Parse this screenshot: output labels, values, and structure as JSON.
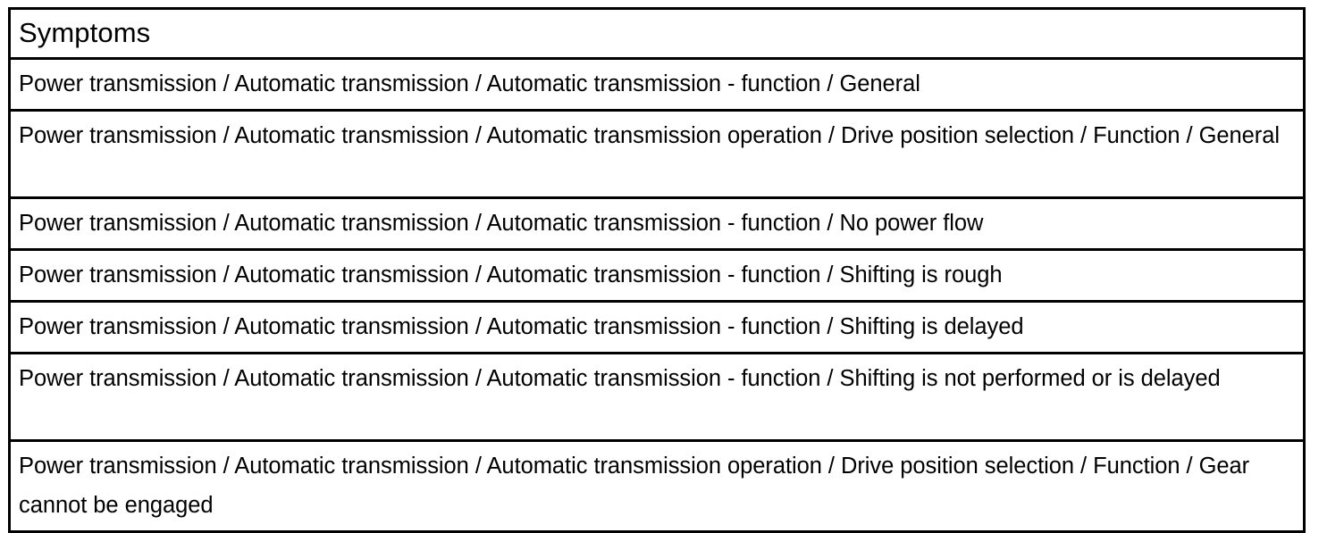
{
  "table": {
    "header": {
      "column_label": "Symptoms"
    },
    "rows": [
      {
        "text": "Power transmission / Automatic transmission / Automatic transmission - function / General",
        "lines": 1
      },
      {
        "text": "Power transmission / Automatic transmission / Automatic transmission operation / Drive position selection / Function / General",
        "lines": 2
      },
      {
        "text": "Power transmission / Automatic transmission / Automatic transmission - function / No power flow",
        "lines": 1
      },
      {
        "text": "Power transmission / Automatic transmission / Automatic transmission - function / Shifting is rough",
        "lines": 1
      },
      {
        "text": "Power transmission / Automatic transmission / Automatic transmission - function / Shifting is delayed",
        "lines": 1
      },
      {
        "text": "Power transmission / Automatic transmission / Automatic transmission - function / Shifting is not performed or is delayed",
        "lines": 2
      },
      {
        "text": "Power transmission / Automatic transmission / Automatic transmission operation / Drive position selection / Function / Gear cannot be engaged",
        "lines": 2
      }
    ]
  },
  "colors": {
    "border": "#000000",
    "text": "#000000",
    "background": "#ffffff"
  }
}
